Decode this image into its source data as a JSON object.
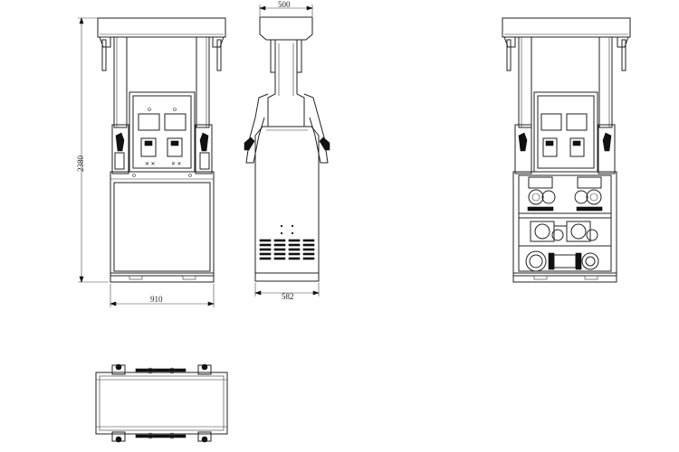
{
  "dimensions": {
    "front_width": "910",
    "total_height": "2380",
    "side_top_depth": "500",
    "side_base_depth": "582"
  }
}
